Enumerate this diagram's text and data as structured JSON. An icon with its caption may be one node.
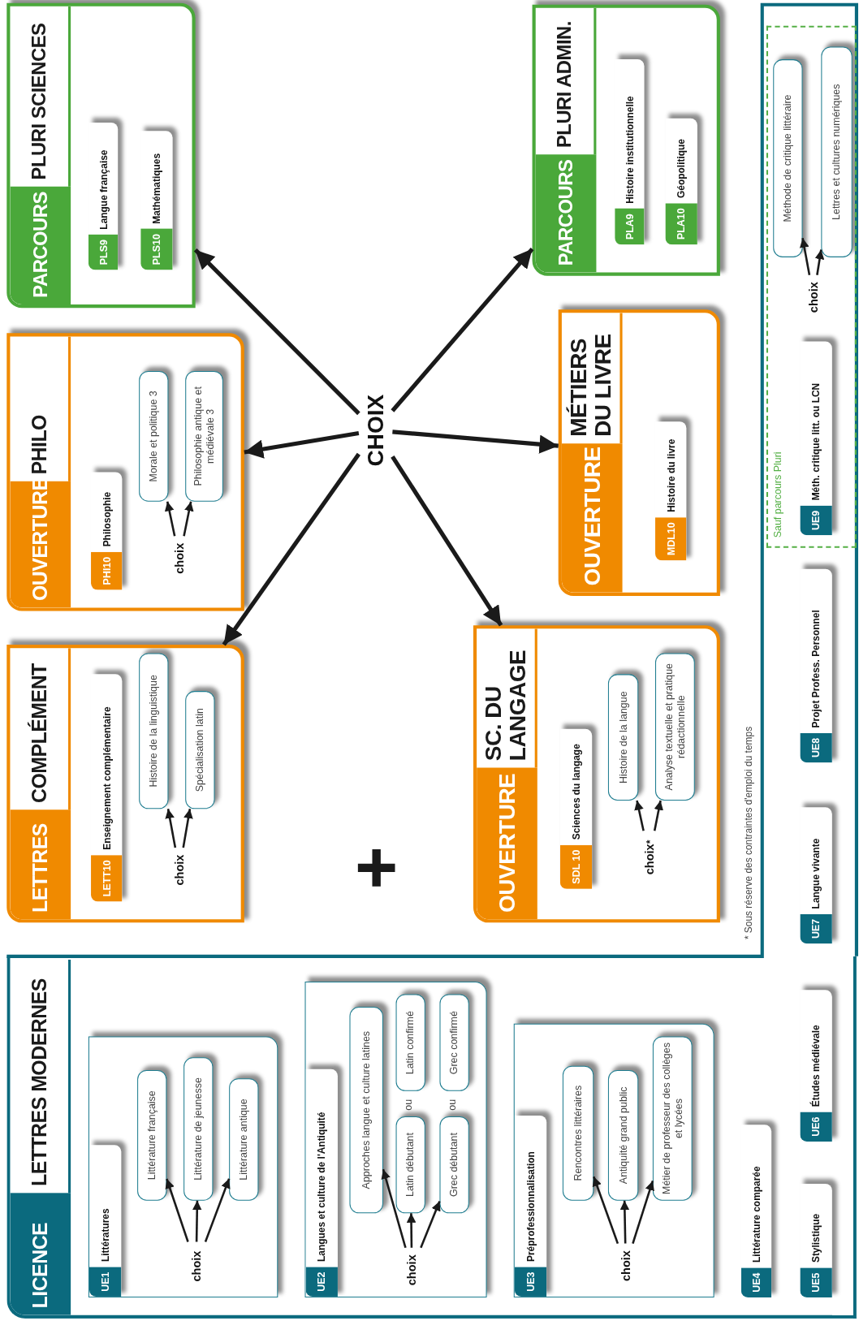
{
  "diagram": {
    "nodes": [
      {
        "text": [
          "LICENCE",
          "LETTRES MODERNES"
        ]
      },
      {
        "text": [],
        "shape": "box",
        "in": 0
      },
      {
        "text": [
          "choix"
        ],
        "in": 1
      },
      {
        "text": [
          "Littérature française"
        ],
        "in": 1
      },
      {
        "text": [
          "Littérature de jeunesse"
        ],
        "in": 1
      },
      {
        "text": [
          "Littérature antique"
        ],
        "in": 1
      },
      {
        "text": [],
        "shape": "box",
        "in": 0
      },
      {
        "text": [
          "choix"
        ],
        "in": 6
      },
      {
        "text": [
          "Approches langue et culture latines"
        ],
        "in": 6
      },
      {
        "text": [
          "Latin débutant"
        ],
        "in": 6
      },
      {
        "text": [
          "Latin confirmé"
        ],
        "in": 6
      },
      {
        "text": [
          "Grec débutant"
        ],
        "in": 6
      },
      {
        "text": [
          "Grec confirmé"
        ],
        "in": 6
      },
      {
        "text": [],
        "shape": "box",
        "in": 0
      },
      {
        "text": [
          "choix"
        ],
        "in": 13
      },
      {
        "text": [
          "Rencontres littéraires"
        ],
        "in": 13
      },
      {
        "text": [
          "Antiquité grand public"
        ],
        "in": 13
      },
      {
        "text": [
          "Métier de professeur des collèges et lycées"
        ],
        "in": 13
      },
      {
        "text": [
          "UE4",
          "Littérature comparée"
        ],
        "in": 0
      },
      {
        "text": [
          "UE5",
          "Stylistique"
        ],
        "in": 0
      },
      {
        "text": [
          "UE6",
          "Études médiévale"
        ],
        "in": 0
      },
      {
        "text": [
          "UE7",
          "Langue vivante"
        ]
      },
      {
        "text": [
          "UE8",
          "Projet Profess. Personnel"
        ]
      },
      {
        "text": [
          "Sauf parcours Pluri"
        ]
      },
      {
        "text": [
          "UE9",
          "Méth. critique litt. ou LCN"
        ],
        "in": 23
      },
      {
        "text": [
          "choix"
        ],
        "in": 23
      },
      {
        "text": [
          "Méthode de critique littéraire"
        ],
        "in": 23
      },
      {
        "text": [
          "Lettres et cultures numériques"
        ],
        "in": 23
      },
      {
        "text": [
          "LETTRES",
          "COMPLÉMENT"
        ]
      },
      {
        "text": [
          "LETT10",
          "Enseignement complémentaire"
        ],
        "in": 28
      },
      {
        "text": [
          "choix"
        ],
        "in": 28
      },
      {
        "text": [
          "Histoire de la linguistique"
        ],
        "in": 28
      },
      {
        "text": [
          "Spécialisation latin"
        ],
        "in": 28
      },
      {
        "text": [
          "OUVERTURE",
          "PHILO"
        ]
      },
      {
        "text": [
          "PHI10",
          "Philosophie"
        ],
        "in": 33
      },
      {
        "text": [
          "choix"
        ],
        "in": 33
      },
      {
        "text": [
          "Morale et politique 3"
        ],
        "in": 33
      },
      {
        "text": [
          "Philosophie antique et médiévale 3"
        ],
        "in": 33
      },
      {
        "text": [
          "PARCOURS",
          "PLURI SCIENCES"
        ]
      },
      {
        "text": [
          "PLS9",
          "Langue française"
        ],
        "in": 38
      },
      {
        "text": [
          "PLS10",
          "Mathématiques"
        ],
        "in": 38
      },
      {
        "text": [
          "CHOIX"
        ]
      },
      {
        "text": [
          "OUVERTURE",
          "SC. DU LANGAGE"
        ]
      },
      {
        "text": [
          "SDL 10",
          "Sciences du langage"
        ],
        "in": 42
      },
      {
        "text": [
          "choix$^{*}$"
        ],
        "in": 42
      },
      {
        "text": [
          "Histoire de la langue"
        ],
        "in": 42
      },
      {
        "text": [
          "Analyse textuelle et pratique rédactionnelle"
        ],
        "in": 42
      },
      {
        "text": [
          "OUVERTURE",
          "MÉTIERS DU LIVRE"
        ]
      },
      {
        "text": [
          "MDL10",
          "Histoire du livre"
        ],
        "in": 47
      },
      {
        "text": [
          "PARCOURS",
          "PLURI ADMIN."
        ]
      },
      {
        "text": [
          "PLA9",
          "Histoire institutionnelle"
        ],
        "in": 49
      },
      {
        "text": [
          "PLA10",
          "Géopolitique"
        ],
        "in": 49
      },
      {
        "text": [
          "UE1",
          "Littératures"
        ],
        "in": 1
      },
      {
        "text": [
          "UE2",
          "Langues et culture de l'Antiquité"
        ],
        "in": 6
      },
      {
        "text": [
          "UE3",
          "Préprofessionnalisation"
        ],
        "in": 13
      }
    ],
    "edges": [
      {
        "from": 2,
        "to": 3,
        "arrow": "to"
      },
      {
        "from": 2,
        "to": 4,
        "arrow": "to"
      },
      {
        "from": 2,
        "to": 5,
        "arrow": "to"
      },
      {
        "from": 7,
        "to": 8,
        "arrow": "to"
      },
      {
        "from": 7,
        "to": 9,
        "arrow": "to"
      },
      {
        "from": 7,
        "to": 11,
        "arrow": "to"
      },
      {
        "from": 14,
        "to": 15,
        "arrow": "to"
      },
      {
        "from": 14,
        "to": 16,
        "arrow": "to"
      },
      {
        "from": 14,
        "to": 17,
        "arrow": "to"
      },
      {
        "from": 25,
        "to": 26,
        "arrow": "to"
      },
      {
        "from": 25,
        "to": 27,
        "arrow": "to"
      },
      {
        "from": 30,
        "to": 31,
        "arrow": "to"
      },
      {
        "from": 30,
        "to": 32,
        "arrow": "to"
      },
      {
        "from": 35,
        "to": 36,
        "arrow": "to"
      },
      {
        "from": 35,
        "to": 37,
        "arrow": "to"
      },
      {
        "from": 44,
        "to": 45,
        "arrow": "to"
      },
      {
        "from": 44,
        "to": 46,
        "arrow": "to"
      },
      {
        "from": 41,
        "to": 28,
        "arrow": "to",
        "style": "thick"
      },
      {
        "from": 41,
        "to": 33,
        "arrow": "to",
        "style": "thick"
      },
      {
        "from": 41,
        "to": 38,
        "arrow": "to",
        "style": "thick"
      },
      {
        "from": 41,
        "to": 42,
        "arrow": "to",
        "style": "thick"
      },
      {
        "from": 41,
        "to": 47,
        "arrow": "to",
        "style": "thick"
      },
      {
        "from": 41,
        "to": 49,
        "arrow": "to",
        "style": "thick"
      }
    ],
    "labels": [
      "ou",
      "ou",
      "* Sous réserve des contraintes d'emploi du temps"
    ]
  }
}
